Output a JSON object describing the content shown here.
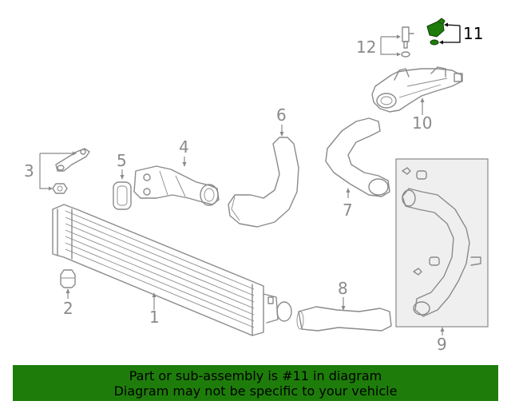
{
  "diagram": {
    "callouts": [
      "1",
      "2",
      "3",
      "4",
      "5",
      "6",
      "7",
      "8",
      "9",
      "10",
      "11",
      "12"
    ],
    "highlighted_part": "11",
    "colors": {
      "line": "#8a8a8a",
      "highlight": "#1e7d0a",
      "text_highlight": "#000000"
    }
  },
  "banner": {
    "line1": "Part or sub-assembly is #11 in diagram",
    "line2": "Diagram may not be specific to your vehicle",
    "background": "#1e7d0a"
  }
}
